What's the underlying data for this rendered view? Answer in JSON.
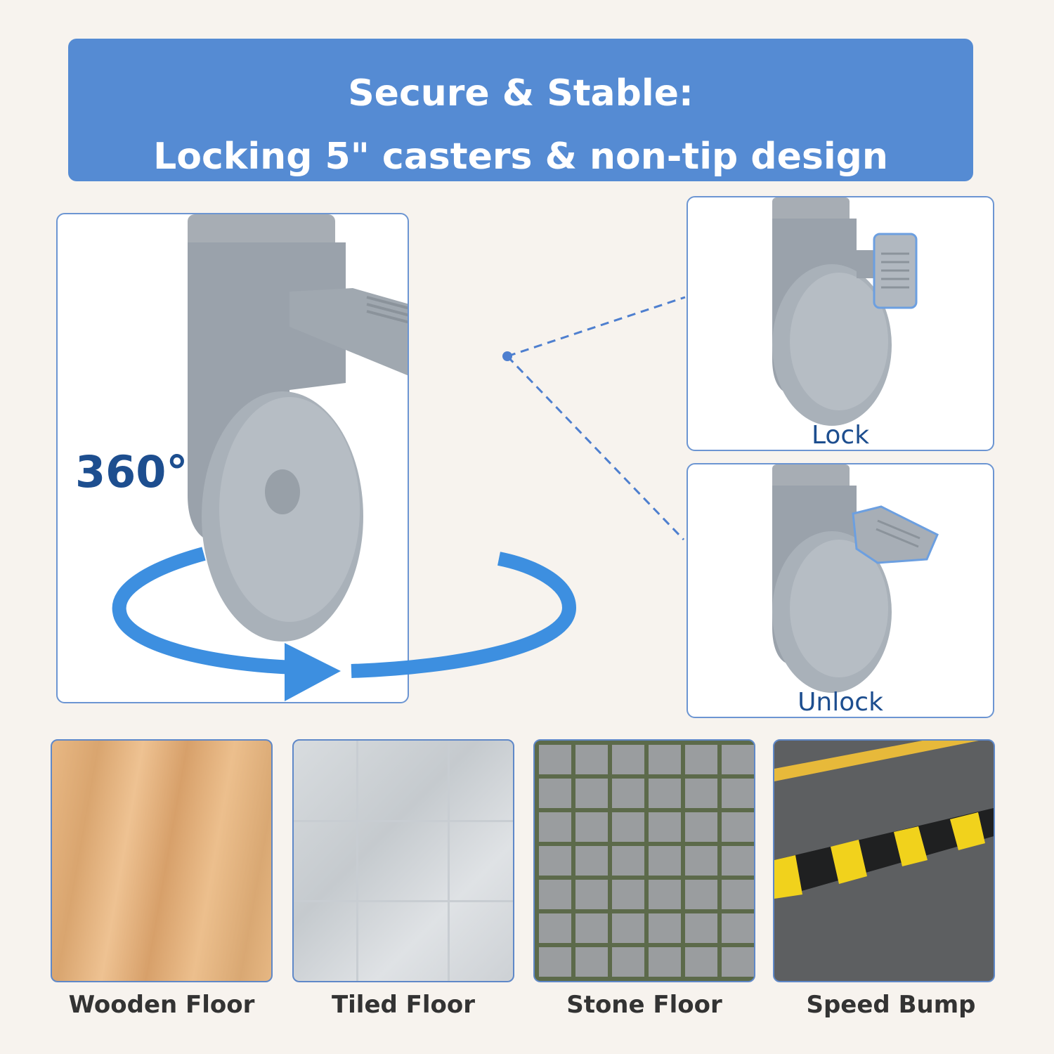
{
  "banner": {
    "line1": "Secure & Stable:",
    "line2": "Locking 5\" casters & non-tip design"
  },
  "main_panel": {
    "rotation_label": "360°"
  },
  "lock_panel": {
    "label": "Lock"
  },
  "unlock_panel": {
    "label": "Unlock"
  },
  "floors": [
    {
      "label": "Wooden Floor"
    },
    {
      "label": "Tiled Floor"
    },
    {
      "label": "Stone Floor"
    },
    {
      "label": "Speed Bump"
    }
  ],
  "colors": {
    "banner": "#558bd3",
    "accent": "#1d4e8f",
    "arrow": "#3d8fe0",
    "background": "#f7f3ee"
  }
}
